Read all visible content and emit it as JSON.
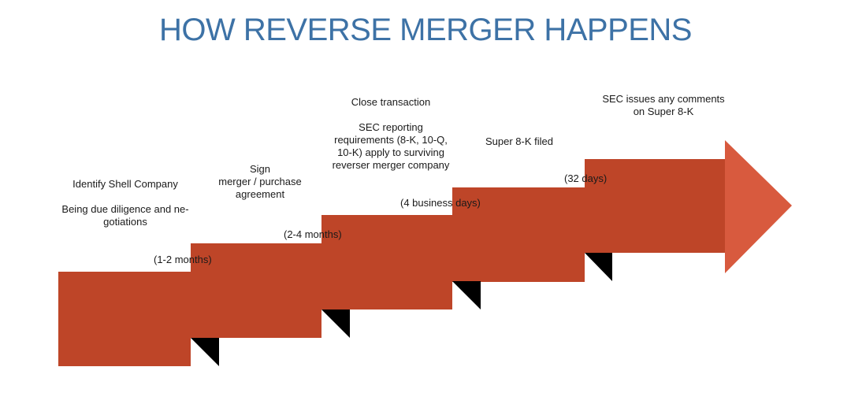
{
  "title": "HOW REVERSE MERGER HAPPENS",
  "colors": {
    "title": "#3d72a6",
    "step_fill": "#be4528",
    "arrow_head": "#d85a3e",
    "fold": "#000000"
  },
  "steps": [
    {
      "label": "Identify Shell Company\n\nBeing due diligence and ne-\ngotiations",
      "duration": "(1-2 months)"
    },
    {
      "label": "Sign\nmerger / purchase\nagreement",
      "duration": "(2-4 months)"
    },
    {
      "label": "Close transaction\n\nSEC reporting\nrequirements (8-K, 10-Q,\n10-K) apply to surviving\nreverser merger company",
      "duration": "(4 business days)"
    },
    {
      "label": "Super 8-K filed",
      "duration": "(32 days)"
    },
    {
      "label": "SEC issues any comments\non Super 8-K"
    }
  ]
}
